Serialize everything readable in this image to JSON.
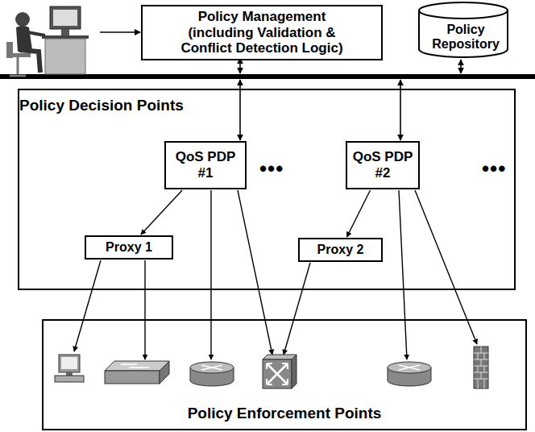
{
  "diagram": {
    "nodes": [
      {
        "text": [
          "Policy Management (including Validation & Conflict Detection Logic)"
        ]
      },
      {
        "text": [
          "Policy Repository"
        ]
      },
      {
        "text": [
          "Policy Decision Points"
        ]
      },
      {
        "text": [
          "QoS PDP #1"
        ],
        "in": 2
      },
      {
        "text": [
          "QoS PDP #2"
        ],
        "in": 2
      },
      {
        "text": [
          "Proxy 1"
        ],
        "in": 2
      },
      {
        "text": [
          "Proxy 2"
        ],
        "in": 2
      },
      {
        "text": [
          "Policy Enforcement Points"
        ]
      }
    ],
    "edges": [
      {
        "from": 3,
        "to": 5,
        "arrow": "to"
      },
      {
        "from": 4,
        "to": 6,
        "arrow": "to"
      }
    ],
    "labels": [
      "•••",
      "•••"
    ]
  }
}
